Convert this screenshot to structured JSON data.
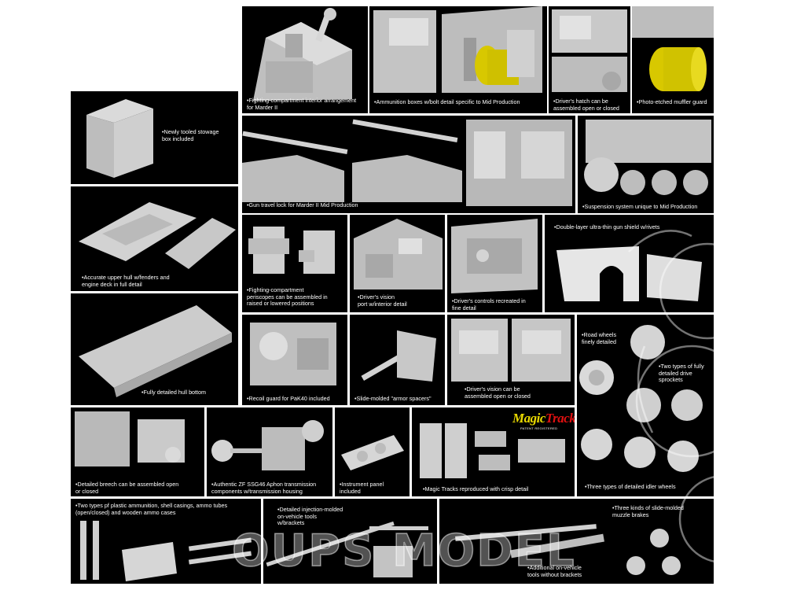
{
  "captions": {
    "p1": "Fighting-compartment interior arrangement\nfor Marder II",
    "p2": "Ammunition boxes w/bolt detail specific to Mid Production",
    "p3": "Driver's hatch can be\nassembled open or closed",
    "p4": "Photo-etched muffler guard",
    "p5": "Newly tooled stowage\nbox included",
    "p6": "Gun travel lock for Marder II Mid Production",
    "p7": "Suspension system unique to Mid Production",
    "p8": "Accurate upper hull w/fenders and\nengine deck in full detail",
    "p9": "Fighting-compartment\nperiscopes can be assembled in\nraised or lowered positions",
    "p10": "Driver's vision\nport w/interior detail",
    "p11": "Driver's controls recreated in\nfine detail",
    "p12": "Double-layer ultra-thin gun shield w/rivets",
    "p13": "Fully detailed hull bottom",
    "p14": "Recoil guard for PaK40 included",
    "p15": "Slide-molded \"armor spacers\"",
    "p16": "Driver's vision can be\nassembled open or closed",
    "p17a": "Road wheels\nfinely detailed",
    "p17b": "Two types of fully\ndetailed drive\nsprockets",
    "p17c": "Three types of detailed idler wheels",
    "p18": "Detailed breech can be assembled open\nor closed",
    "p19": "Authentic ZF SSG46 Aphon transmission\ncomponents w/transmission housing",
    "p20": "Instrument panel\nincluded",
    "p21": "Magic Tracks reproduced with crisp detail",
    "p22": "Two types pf plastic ammunition, shell casings, ammo tubes\n(open/closed) and wooden ammo cases",
    "p23": "Detailed injection-molded\non-vehicle tools\nw/brackets",
    "p24a": "Additional on-vehicle\ntools without brackets",
    "p24b": "Three kinds of slide-molded\nmuzzle brakes"
  },
  "logo": {
    "word1": "Magic",
    "word2": "Track",
    "sub": "PATENT REGISTERED"
  },
  "watermark": "OUPS MODEL",
  "colors": {
    "panel_bg": "#000000",
    "model_grey": "#c8c8c8",
    "etch_gold": "#d8c800"
  }
}
